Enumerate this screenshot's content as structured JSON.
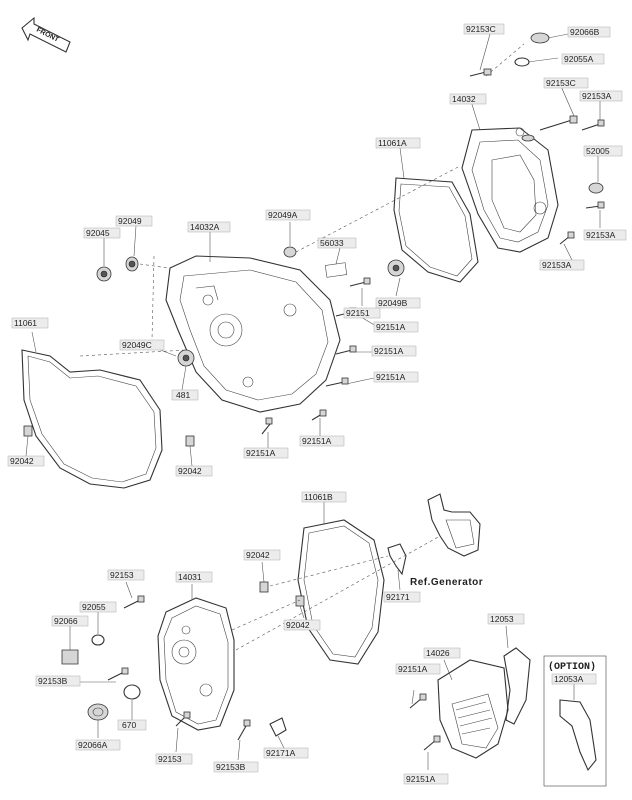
{
  "diagram": {
    "front_label": "FRONT",
    "ref_generator": "Ref.Generator",
    "option_label": "(OPTION)",
    "labels": [
      {
        "id": "p92153C_a",
        "text": "92153C"
      },
      {
        "id": "p92066B",
        "text": "92066B"
      },
      {
        "id": "p92055A",
        "text": "92055A"
      },
      {
        "id": "p92153C_b",
        "text": "92153C"
      },
      {
        "id": "p14032",
        "text": "14032"
      },
      {
        "id": "p92153A_a",
        "text": "92153A"
      },
      {
        "id": "p11061A",
        "text": "11061A"
      },
      {
        "id": "p52005",
        "text": "52005"
      },
      {
        "id": "p92153A_b",
        "text": "92153A"
      },
      {
        "id": "p92153A_c",
        "text": "92153A"
      },
      {
        "id": "p92049",
        "text": "92049"
      },
      {
        "id": "p92045",
        "text": "92045"
      },
      {
        "id": "p14032A",
        "text": "14032A"
      },
      {
        "id": "p92049A",
        "text": "92049A"
      },
      {
        "id": "p56033",
        "text": "56033"
      },
      {
        "id": "p92049B",
        "text": "92049B"
      },
      {
        "id": "p92151_a",
        "text": "92151"
      },
      {
        "id": "p92151A_a",
        "text": "92151A"
      },
      {
        "id": "p11061",
        "text": "11061"
      },
      {
        "id": "p92049C",
        "text": "92049C"
      },
      {
        "id": "p92151A_b",
        "text": "92151A"
      },
      {
        "id": "p481",
        "text": "481"
      },
      {
        "id": "p92151A_c",
        "text": "92151A"
      },
      {
        "id": "p92042_a",
        "text": "92042"
      },
      {
        "id": "p92042_b",
        "text": "92042"
      },
      {
        "id": "p92151A_d",
        "text": "92151A"
      },
      {
        "id": "p92151A_e",
        "text": "92151A"
      },
      {
        "id": "p11061B",
        "text": "11061B"
      },
      {
        "id": "p92042_c",
        "text": "92042"
      },
      {
        "id": "p92153_a",
        "text": "92153"
      },
      {
        "id": "p14031",
        "text": "14031"
      },
      {
        "id": "p92055",
        "text": "92055"
      },
      {
        "id": "p92066",
        "text": "92066"
      },
      {
        "id": "p92042_d",
        "text": "92042"
      },
      {
        "id": "p92171",
        "text": "92171"
      },
      {
        "id": "p12053",
        "text": "12053"
      },
      {
        "id": "p14026",
        "text": "14026"
      },
      {
        "id": "p92153B_a",
        "text": "92153B"
      },
      {
        "id": "p670",
        "text": "670"
      },
      {
        "id": "p92066A",
        "text": "92066A"
      },
      {
        "id": "p92153_b",
        "text": "92153"
      },
      {
        "id": "p92153B_b",
        "text": "92153B"
      },
      {
        "id": "p92171A",
        "text": "92171A"
      },
      {
        "id": "p92151A_f",
        "text": "92151A"
      },
      {
        "id": "p92151A_g",
        "text": "92151A"
      },
      {
        "id": "p12053A",
        "text": "12053A"
      }
    ]
  }
}
